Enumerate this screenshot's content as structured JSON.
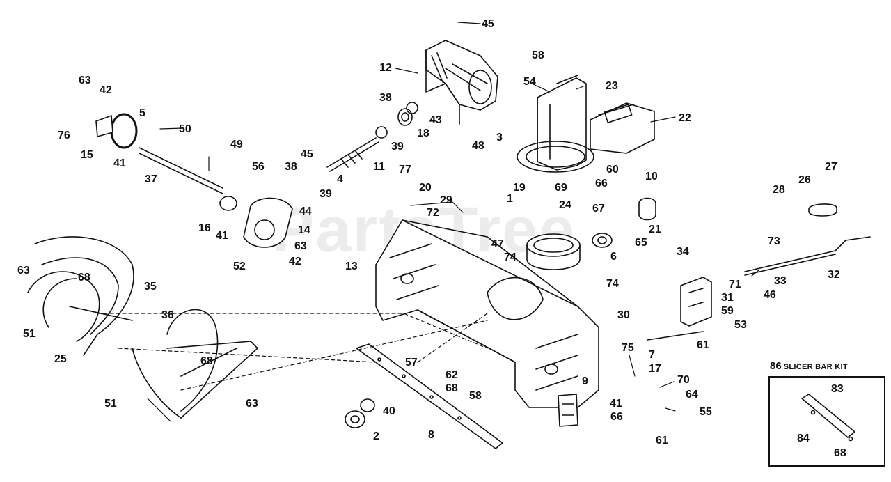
{
  "watermark": "PartsTree",
  "kit": {
    "number": "86",
    "title": "SLICER BAR KIT"
  },
  "callouts": [
    "45",
    "12",
    "58",
    "23",
    "54",
    "22",
    "63",
    "42",
    "5",
    "38",
    "43",
    "18",
    "76",
    "15",
    "41",
    "50",
    "49",
    "39",
    "48",
    "3",
    "60",
    "66",
    "69",
    "10",
    "45",
    "38",
    "4",
    "11",
    "77",
    "20",
    "19",
    "27",
    "26",
    "28",
    "37",
    "56",
    "39",
    "44",
    "29",
    "24",
    "1",
    "67",
    "21",
    "72",
    "16",
    "41",
    "14",
    "47",
    "74",
    "65",
    "6",
    "63",
    "52",
    "42",
    "13",
    "74",
    "34",
    "73",
    "33",
    "32",
    "46",
    "71",
    "31",
    "59",
    "53",
    "30",
    "63",
    "68",
    "35",
    "51",
    "25",
    "36",
    "68",
    "7",
    "75",
    "61",
    "17",
    "70",
    "64",
    "41",
    "55",
    "61",
    "9",
    "66",
    "57",
    "62",
    "68",
    "58",
    "40",
    "2",
    "8",
    "51",
    "63",
    "83",
    "84",
    "68"
  ]
}
